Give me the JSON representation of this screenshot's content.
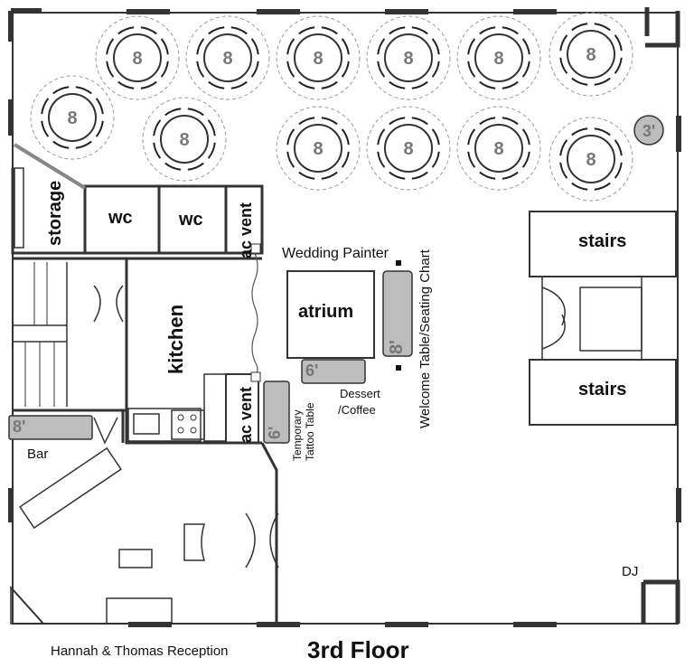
{
  "labels": {
    "storage": "storage",
    "wc1": "wc",
    "wc2": "wc",
    "ac_vent_top": "ac vent",
    "ac_vent_bottom": "ac vent",
    "kitchen": "kitchen",
    "wedding_painter": "Wedding Painter",
    "atrium": "atrium",
    "welcome_table": "Welcome Table/Seating Chart",
    "dessert_coffee_line1": "Dessert",
    "dessert_coffee_line2": "/Coffee",
    "tattoo_line1": "Temporary",
    "tattoo_line2": "Tattoo Table",
    "stairs_top": "stairs",
    "stairs_bottom": "stairs",
    "bar": "Bar",
    "dj": "DJ",
    "event_name": "Hannah & Thomas Reception",
    "floor": "3rd Floor"
  },
  "tables": {
    "round_seat_label": "8",
    "round_count": 12,
    "small_round_label": "3'",
    "welcome_table_size": "8'",
    "dessert_table_size": "6'",
    "tattoo_table_size": "6'",
    "bar_table_size": "8'"
  },
  "colors": {
    "wall": "#333333",
    "table_fill": "#bdbdbd",
    "background": "#ffffff"
  }
}
